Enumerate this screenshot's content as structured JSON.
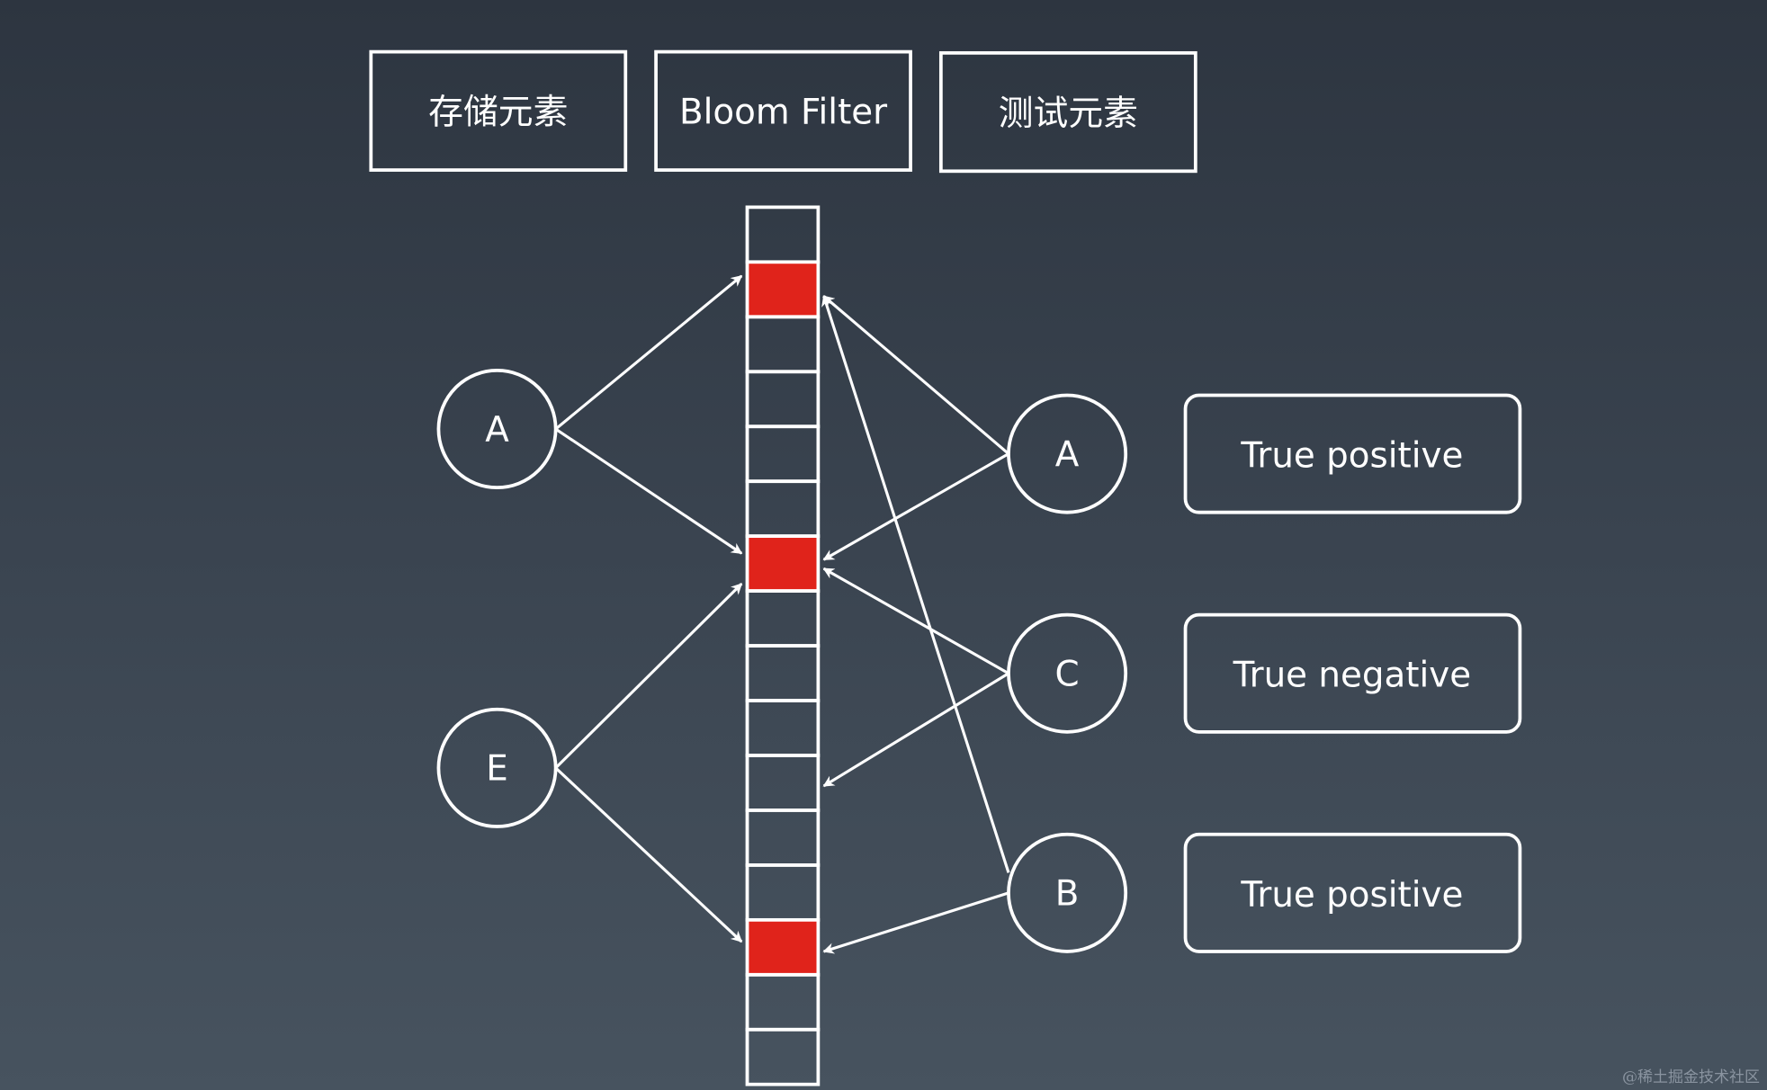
{
  "headers": {
    "store": "存储元素",
    "filter": "Bloom Filter",
    "test": "测试元素"
  },
  "bits": [
    0,
    1,
    0,
    0,
    0,
    0,
    1,
    0,
    0,
    0,
    0,
    0,
    0,
    1,
    0,
    0
  ],
  "colors": {
    "set_bit": "#e0231b",
    "line": "#ffffff"
  },
  "stored": [
    {
      "label": "A",
      "hashes": [
        1,
        6
      ]
    },
    {
      "label": "E",
      "hashes": [
        6,
        13
      ]
    }
  ],
  "tests": [
    {
      "label": "A",
      "hashes": [
        1,
        6
      ],
      "result": "True positive"
    },
    {
      "label": "C",
      "hashes": [
        6,
        10
      ],
      "result": "True negative"
    },
    {
      "label": "B",
      "hashes": [
        1,
        13
      ],
      "result": "True positive"
    }
  ],
  "watermark": "@稀土掘金技术社区"
}
